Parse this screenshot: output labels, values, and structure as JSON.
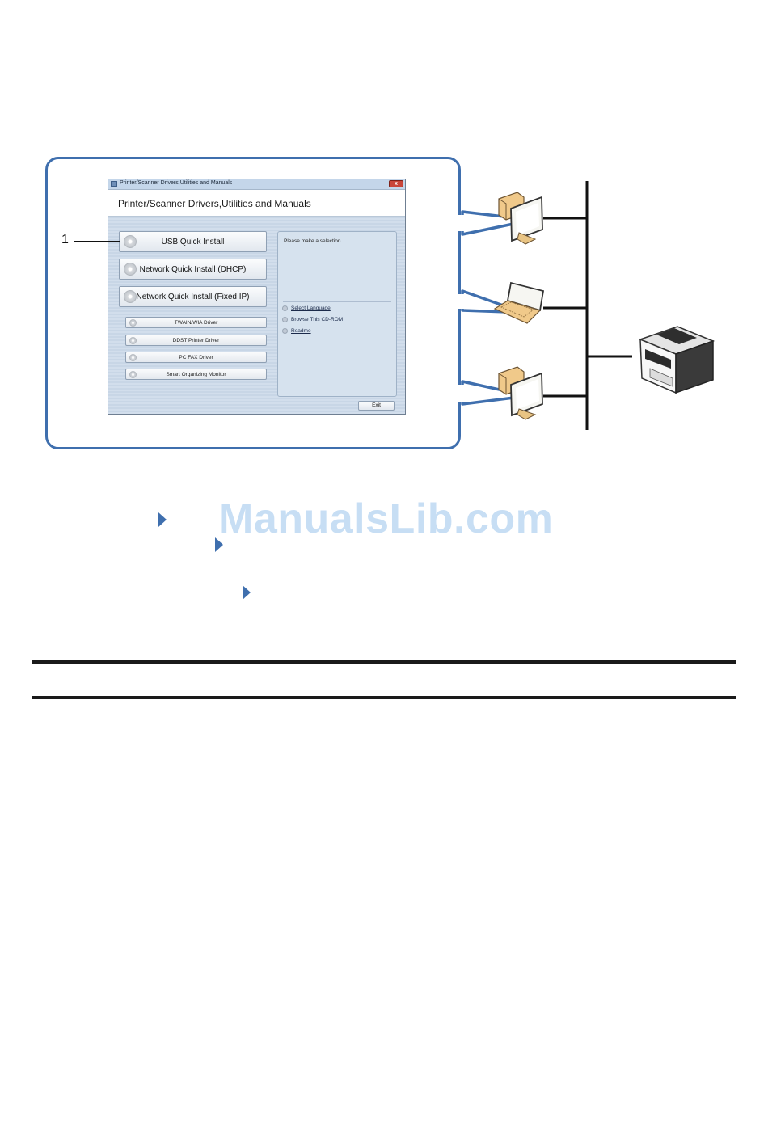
{
  "dialog": {
    "window_title": "Printer/Scanner Drivers,Utilities and Manuals",
    "heading": "Printer/Scanner Drivers,Utilities and Manuals",
    "close_glyph": "x",
    "primary_buttons": [
      {
        "label": "USB Quick Install"
      },
      {
        "label": "Network Quick Install (DHCP)"
      },
      {
        "label": "Network Quick Install (Fixed IP)"
      }
    ],
    "secondary_buttons": [
      {
        "label": "TWAIN/WIA Driver"
      },
      {
        "label": "DDST Printer Driver"
      },
      {
        "label": "PC FAX Driver"
      },
      {
        "label": "Smart Organizing Monitor"
      }
    ],
    "info_message": "Please make a selection.",
    "links": [
      {
        "label": "Select Language"
      },
      {
        "label": "Browse This CD-ROM"
      },
      {
        "label": "Readme"
      }
    ],
    "exit_label": "Exit"
  },
  "callout": {
    "number": "1"
  },
  "watermark": "ManualsLib.com",
  "colors": {
    "accent_blue": "#3f6fae",
    "watermark": "#c7def4",
    "rule": "#1a1a1a"
  },
  "icons": [
    "desktop-computer-icon",
    "laptop-computer-icon",
    "desktop-computer-icon",
    "multifunction-printer-icon",
    "arrow-right-icon"
  ]
}
